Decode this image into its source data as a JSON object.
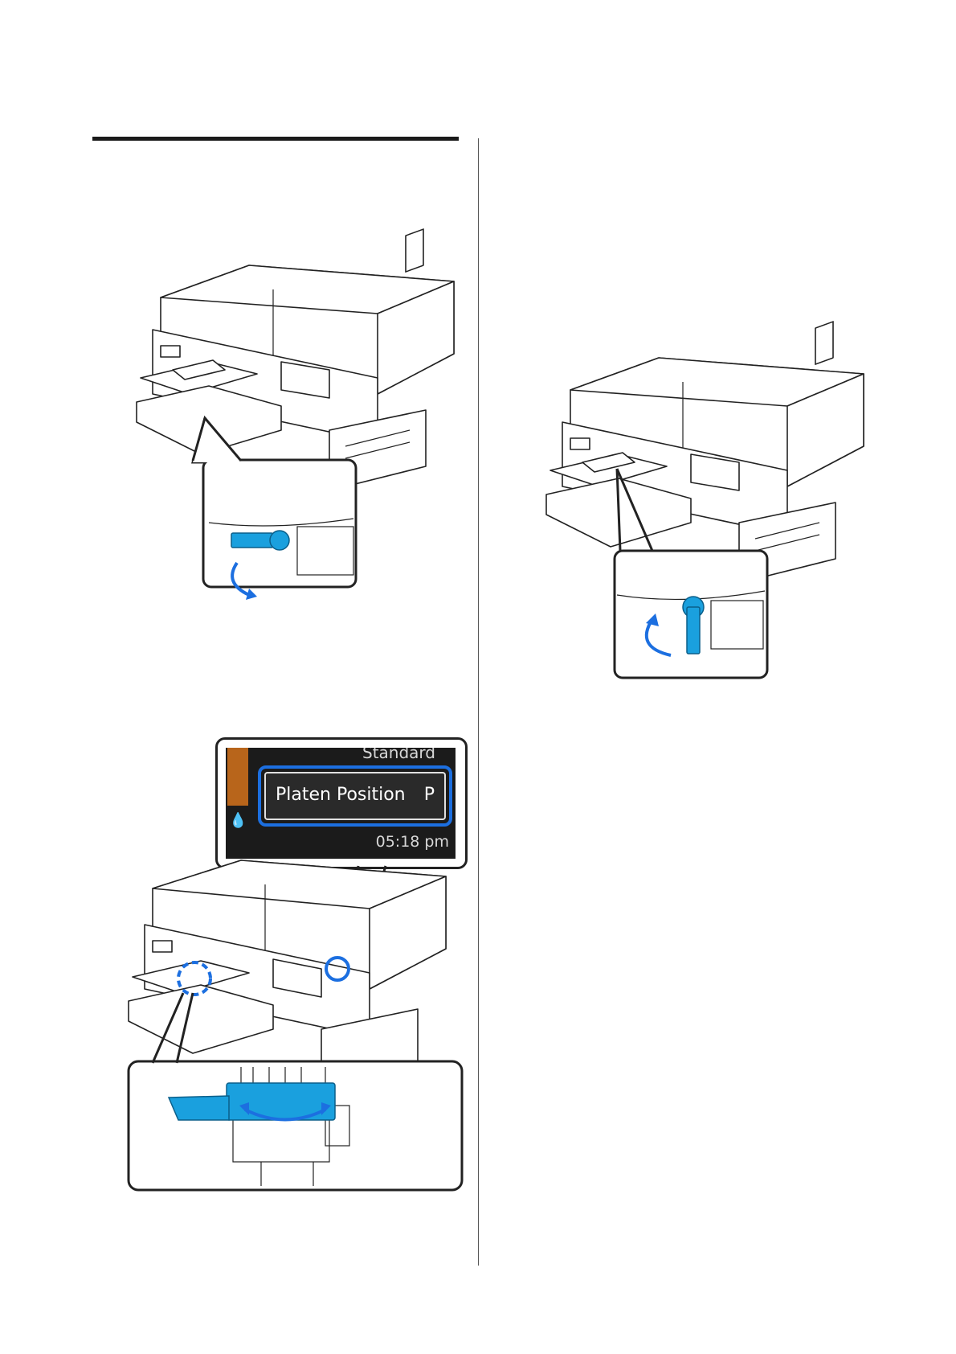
{
  "panel": {
    "above_label": "Standard",
    "menu_item": "Platen Position",
    "menu_value": "P",
    "clock": "05:18 pm",
    "icon": "ink-maintenance-icon"
  },
  "colors": {
    "lever": "#1aa0de",
    "arrow": "#1c6fe0",
    "highlight": "#1c6fe0",
    "panel_bg": "#1b1b1b",
    "ink_bar": "#b8651b"
  }
}
